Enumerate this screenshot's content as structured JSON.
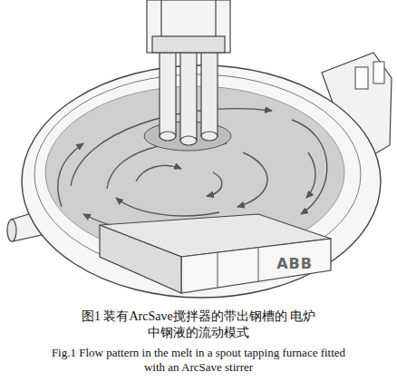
{
  "diagram": {
    "caption": "图1 装有ArcSave搅拌器的带出钢槽的 电炉中钢液的流动模式",
    "nodes": [
      {
        "text": [
          "ABB"
        ]
      }
    ],
    "labels": [
      "Fig.1 Flow pattern in the melt in a spout tapping furnace fitted with an ArcSave stirrer"
    ]
  }
}
